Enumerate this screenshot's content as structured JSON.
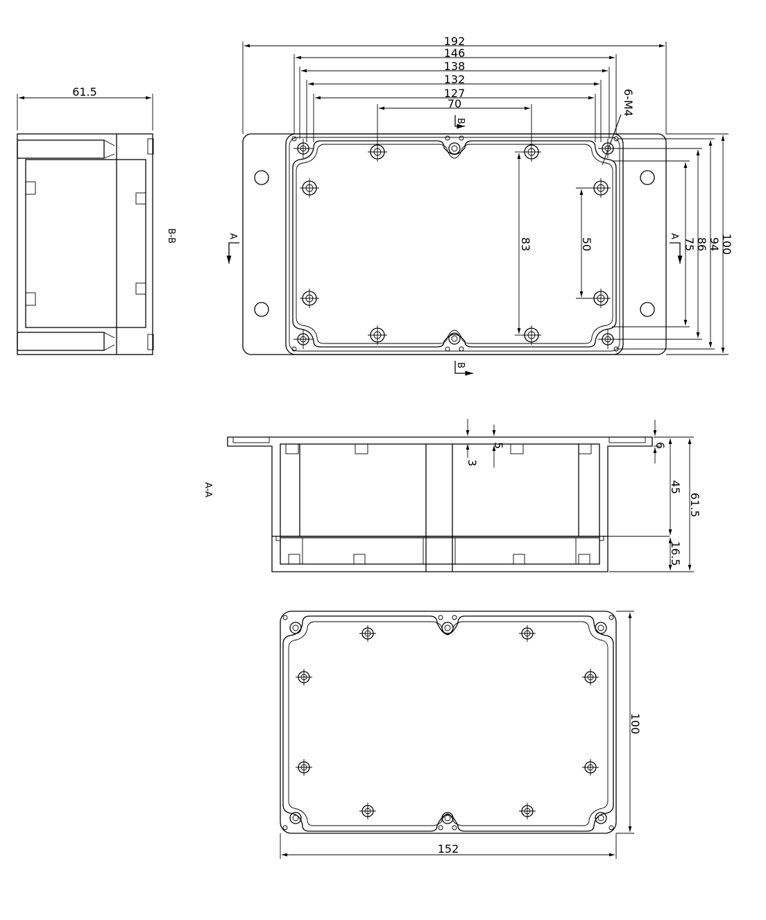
{
  "top_view": {
    "dims_horizontal": [
      "192",
      "146",
      "138",
      "132",
      "127",
      "70"
    ],
    "dims_vertical": [
      "100",
      "94",
      "86",
      "75",
      "50",
      "83"
    ],
    "thread_callout": "6-M4",
    "section_mark_b": "B",
    "section_mark_a": "A"
  },
  "side_view_bb": {
    "label": "B-B",
    "width_dim": "61.5"
  },
  "section_aa": {
    "label": "A-A",
    "dims": [
      "6",
      "5",
      "3",
      "45",
      "61.5",
      "16.5"
    ]
  },
  "bottom_view": {
    "width_dim": "152",
    "height_dim": "100"
  }
}
